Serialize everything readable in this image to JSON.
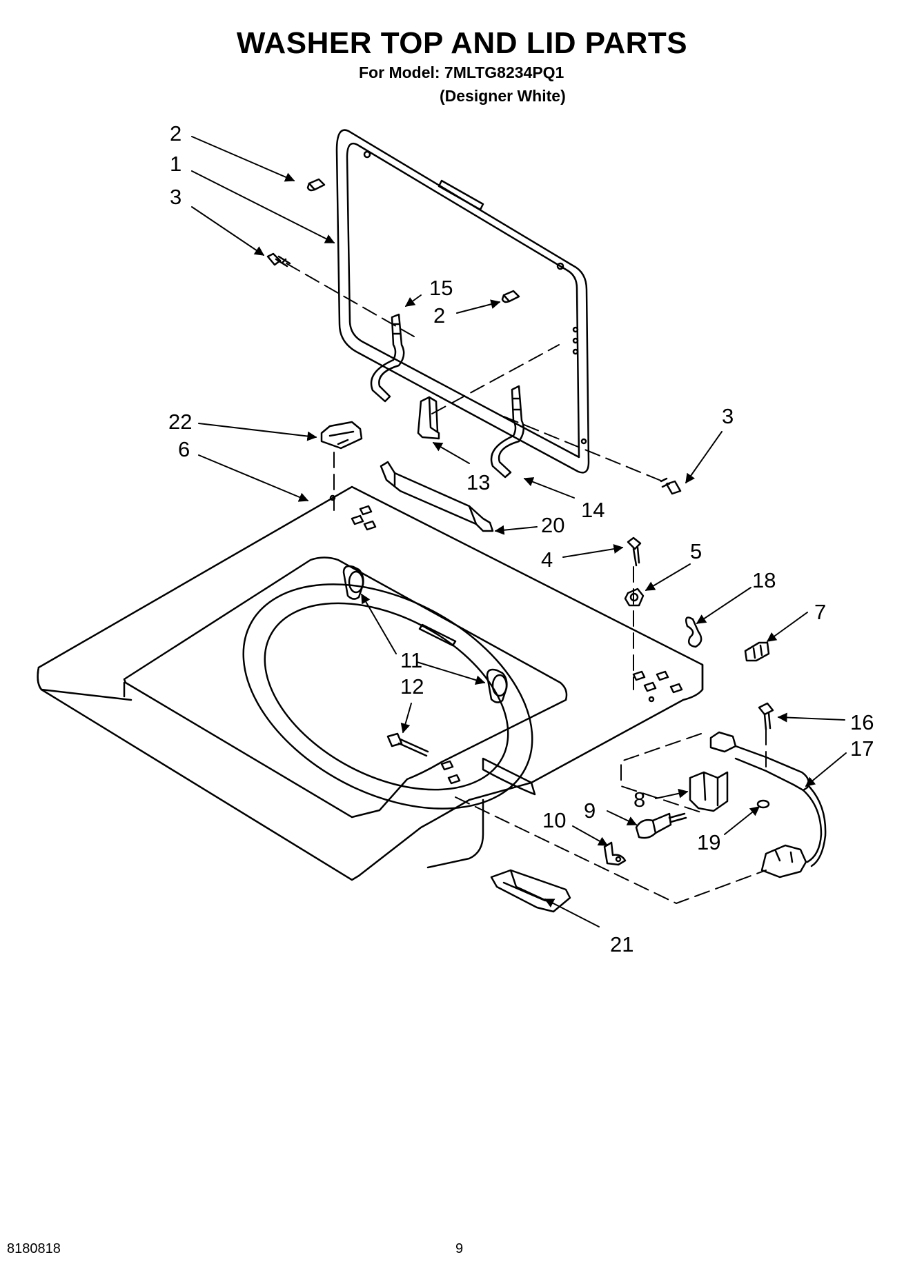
{
  "header": {
    "title": "WASHER TOP AND LID PARTS",
    "model_line": "For Model: 7MLTG8234PQ1",
    "variant": "(Designer White)"
  },
  "callouts": {
    "c2a": "2",
    "c1": "1",
    "c3a": "3",
    "c15": "15",
    "c2b": "2",
    "c22": "22",
    "c6": "6",
    "c3b": "3",
    "c13": "13",
    "c14": "14",
    "c20": "20",
    "c4": "4",
    "c5": "5",
    "c18": "18",
    "c7": "7",
    "c11": "11",
    "c12": "12",
    "c16": "16",
    "c17": "17",
    "c8": "8",
    "c9": "9",
    "c10": "10",
    "c19": "19",
    "c21": "21"
  },
  "footer": {
    "doc_number": "8180818",
    "page_number": "9"
  }
}
